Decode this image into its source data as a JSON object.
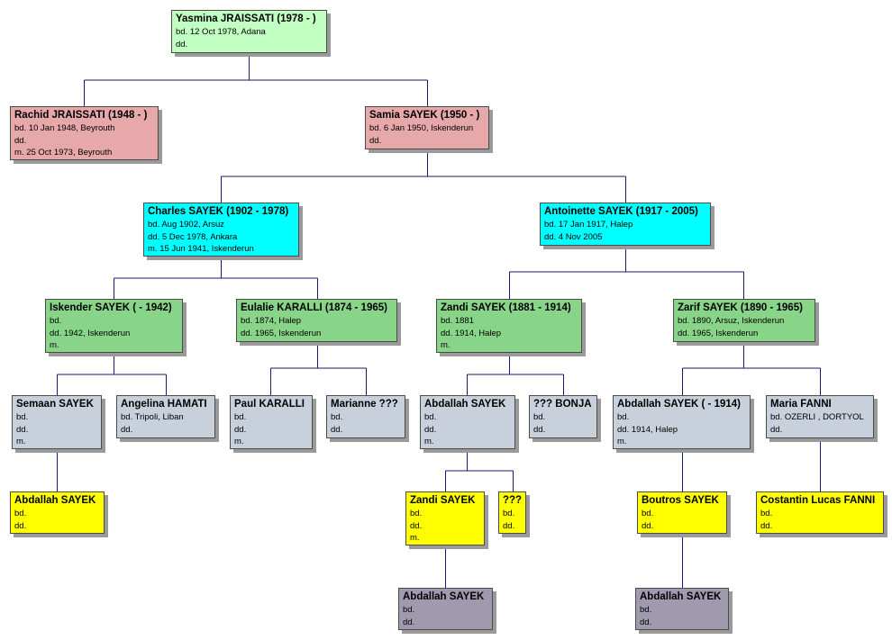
{
  "colors": {
    "connector": "#1a1a6e",
    "border": "#4b4b4b",
    "shadow": "#9a9a9a",
    "gen0": "#c2ffc2",
    "gen1": "#e6a8a8",
    "gen2": "#00ffff",
    "gen3": "#88d488",
    "gen4": "#c8d0dc",
    "descendant": "#ffff00",
    "grandchild": "#a09aae"
  },
  "people": [
    {
      "id": "yasmina",
      "name": "Yasmina JRAISSATI (1978 - )",
      "lines": [
        "bd. 12 Oct 1978, Adana",
        "dd."
      ]
    },
    {
      "id": "rachid",
      "name": "Rachid JRAISSATI (1948 - )",
      "lines": [
        "bd. 10 Jan 1948, Beyrouth",
        "dd.",
        "m. 25 Oct 1973, Beyrouth"
      ]
    },
    {
      "id": "samia",
      "name": "Samia SAYEK (1950 - )",
      "lines": [
        "bd. 6 Jan 1950, Iskenderun",
        "dd."
      ]
    },
    {
      "id": "charles",
      "name": "Charles SAYEK (1902 - 1978)",
      "lines": [
        "bd. Aug 1902, Arsuz",
        "dd. 5 Dec 1978, Ankara",
        "m. 15 Jun 1941, Iskenderun"
      ]
    },
    {
      "id": "antoinette",
      "name": "Antoinette SAYEK (1917 - 2005)",
      "lines": [
        "bd. 17 Jan 1917, Halep",
        "dd. 4 Nov 2005"
      ]
    },
    {
      "id": "iskender",
      "name": "Iskender SAYEK ( - 1942)",
      "lines": [
        "bd.",
        "dd. 1942, Iskenderun",
        "m."
      ]
    },
    {
      "id": "eulalie",
      "name": "Eulalie KARALLI (1874 - 1965)",
      "lines": [
        "bd. 1874, Halep",
        "dd. 1965, Iskenderun"
      ]
    },
    {
      "id": "zandi1",
      "name": "Zandi SAYEK (1881 - 1914)",
      "lines": [
        "bd. 1881",
        "dd. 1914, Halep",
        "m."
      ]
    },
    {
      "id": "zarif",
      "name": "Zarif SAYEK (1890 - 1965)",
      "lines": [
        "bd. 1890, Arsuz, Iskenderun",
        "dd. 1965, Iskenderun"
      ]
    },
    {
      "id": "semaan",
      "name": "Semaan SAYEK",
      "lines": [
        "bd.",
        "dd.",
        "m."
      ]
    },
    {
      "id": "angelina",
      "name": "Angelina HAMATI",
      "lines": [
        "bd. Tripoli, Liban",
        "dd."
      ]
    },
    {
      "id": "paul",
      "name": "Paul KARALLI",
      "lines": [
        "bd.",
        "dd.",
        "m."
      ]
    },
    {
      "id": "marianne",
      "name": "Marianne ???",
      "lines": [
        "bd.",
        "dd."
      ]
    },
    {
      "id": "abdallah1",
      "name": "Abdallah SAYEK",
      "lines": [
        "bd.",
        "dd.",
        "m."
      ]
    },
    {
      "id": "bonja",
      "name": "??? BONJA",
      "lines": [
        "bd.",
        "dd."
      ]
    },
    {
      "id": "abdallah2",
      "name": "Abdallah SAYEK ( - 1914)",
      "lines": [
        "bd.",
        "dd. 1914, Halep",
        "m."
      ]
    },
    {
      "id": "maria",
      "name": "Maria FANNI",
      "lines": [
        "bd. OZERLI , DORTYOL",
        "dd."
      ]
    },
    {
      "id": "abdallah3",
      "name": "Abdallah SAYEK",
      "lines": [
        "bd.",
        "dd."
      ]
    },
    {
      "id": "zandi2",
      "name": "Zandi SAYEK",
      "lines": [
        "bd.",
        "dd.",
        "m."
      ]
    },
    {
      "id": "unknown",
      "name": "???",
      "lines": [
        "bd.",
        "dd."
      ]
    },
    {
      "id": "boutros",
      "name": "Boutros SAYEK",
      "lines": [
        "bd.",
        "dd."
      ]
    },
    {
      "id": "costantin",
      "name": "Costantin Lucas FANNI",
      "lines": [
        "bd.",
        "dd."
      ]
    },
    {
      "id": "abdallah4",
      "name": "Abdallah SAYEK",
      "lines": [
        "bd.",
        "dd."
      ]
    },
    {
      "id": "abdallah5",
      "name": "Abdallah SAYEK",
      "lines": [
        "bd.",
        "dd."
      ]
    }
  ]
}
